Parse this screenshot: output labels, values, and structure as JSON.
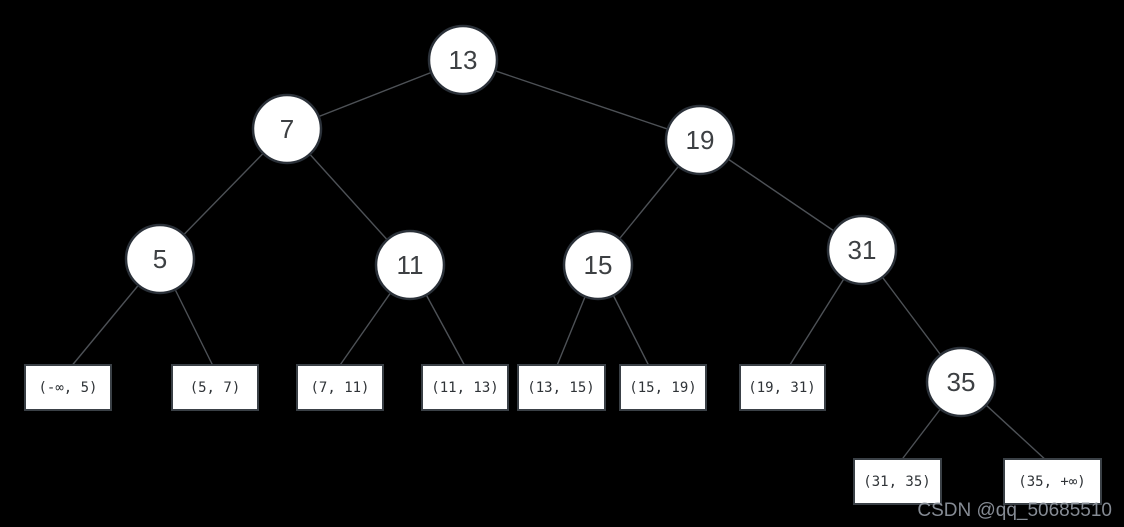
{
  "diagram": {
    "type": "binary-search-tree",
    "background_color": "#000000",
    "node_fill_color": "#ffffff",
    "node_border_color": "#2b3139",
    "edge_color": "#4d5156",
    "text_color": "#3d4043"
  },
  "nodes": [
    {
      "label": "13"
    },
    {
      "label": "7"
    },
    {
      "label": "19"
    },
    {
      "label": "5"
    },
    {
      "label": "11"
    },
    {
      "label": "15"
    },
    {
      "label": "31"
    },
    {
      "label": "35"
    }
  ],
  "leaves": [
    {
      "label": "(-∞, 5)"
    },
    {
      "label": "(5, 7)"
    },
    {
      "label": "(7, 11)"
    },
    {
      "label": "(11, 13)"
    },
    {
      "label": "(13, 15)"
    },
    {
      "label": "(15, 19)"
    },
    {
      "label": "(19, 31)"
    },
    {
      "label": "(31, 35)"
    },
    {
      "label": "(35, +∞)"
    }
  ],
  "structure": {
    "edges": [
      [
        "13",
        "7"
      ],
      [
        "13",
        "19"
      ],
      [
        "7",
        "5"
      ],
      [
        "7",
        "11"
      ],
      [
        "19",
        "15"
      ],
      [
        "19",
        "31"
      ],
      [
        "5",
        "(-∞, 5)"
      ],
      [
        "5",
        "(5, 7)"
      ],
      [
        "11",
        "(7, 11)"
      ],
      [
        "11",
        "(11, 13)"
      ],
      [
        "15",
        "(13, 15)"
      ],
      [
        "15",
        "(15, 19)"
      ],
      [
        "31",
        "(19, 31)"
      ],
      [
        "31",
        "35"
      ],
      [
        "35",
        "(31, 35)"
      ],
      [
        "35",
        "(35, +∞)"
      ]
    ]
  },
  "watermark": {
    "text": "CSDN @qq_50685510"
  }
}
